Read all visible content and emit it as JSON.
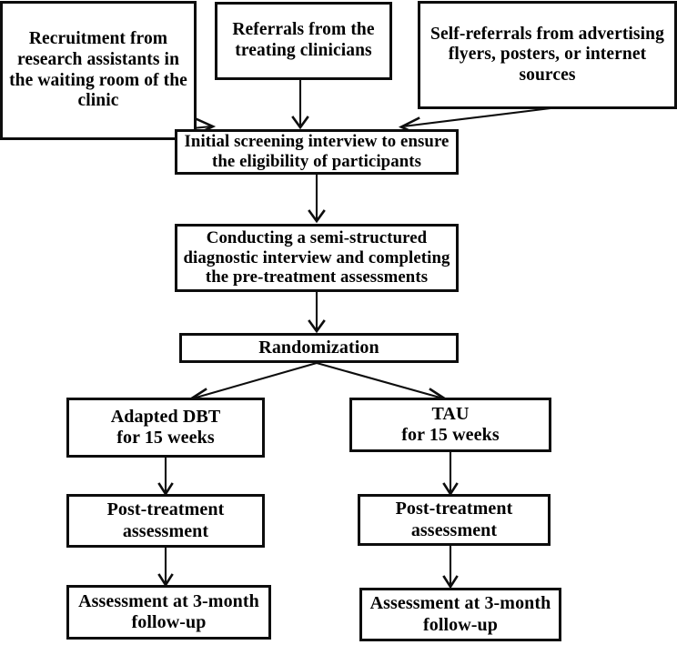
{
  "diagram": {
    "title": "Participant recruitment and randomized trial flow",
    "type": "flowchart",
    "background_color": "#ffffff",
    "stroke_color": "#0d0d0d",
    "text_color": "#000000",
    "nodes": [
      {
        "id": "recruitment",
        "label": "Recruitment from research assistants in the waiting room of the clinic",
        "lines": [
          "Recruitment from",
          "research assistants in",
          "the waiting room of the",
          "clinic"
        ]
      },
      {
        "id": "referrals",
        "label": "Referrals from the treating clinicians",
        "lines": [
          "Referrals from the",
          "treating clinicians"
        ]
      },
      {
        "id": "self-referrals",
        "label": "Self-referrals from advertising flyers, posters, or internet sources",
        "lines": [
          "Self-referrals from advertising",
          "flyers, posters, or internet",
          "sources"
        ]
      },
      {
        "id": "screening",
        "label": "Initial screening interview to ensure the eligibility of participants",
        "lines": [
          "Initial screening interview to ensure",
          "the eligibility of participants"
        ]
      },
      {
        "id": "diagnostic",
        "label": "Conducting a semi-structured diagnostic interview and completing the pre-treatment assessments",
        "lines": [
          "Conducting a semi-structured",
          "diagnostic interview and completing",
          "the pre-treatment assessments"
        ]
      },
      {
        "id": "randomization",
        "label": "Randomization",
        "lines": [
          "Randomization"
        ]
      },
      {
        "id": "dbt-arm",
        "label": "Adapted DBT for 15 weeks",
        "lines": [
          "Adapted DBT",
          "for 15 weeks"
        ]
      },
      {
        "id": "tau-arm",
        "label": "TAU for 15 weeks",
        "lines": [
          "TAU",
          "for 15 weeks"
        ]
      },
      {
        "id": "dbt-post",
        "label": "Post-treatment assessment",
        "lines": [
          "Post-treatment",
          "assessment"
        ]
      },
      {
        "id": "tau-post",
        "label": "Post-treatment assessment",
        "lines": [
          "Post-treatment",
          "assessment"
        ]
      },
      {
        "id": "dbt-followup",
        "label": "Assessment at 3-month follow-up",
        "lines": [
          "Assessment at 3-month",
          "follow-up"
        ]
      },
      {
        "id": "tau-followup",
        "label": "Assessment at 3-month follow-up",
        "lines": [
          "Assessment at 3-month",
          "follow-up"
        ]
      }
    ],
    "edges": [
      {
        "from": "recruitment",
        "to": "screening",
        "style": "diagonal-arrow"
      },
      {
        "from": "referrals",
        "to": "screening",
        "style": "vertical-arrow"
      },
      {
        "from": "self-referrals",
        "to": "screening",
        "style": "diagonal-arrow"
      },
      {
        "from": "screening",
        "to": "diagnostic",
        "style": "vertical-arrow"
      },
      {
        "from": "diagnostic",
        "to": "randomization",
        "style": "vertical-arrow"
      },
      {
        "from": "randomization",
        "to": "dbt-arm",
        "style": "diagonal-arrow"
      },
      {
        "from": "randomization",
        "to": "tau-arm",
        "style": "diagonal-arrow"
      },
      {
        "from": "dbt-arm",
        "to": "dbt-post",
        "style": "vertical-arrow"
      },
      {
        "from": "tau-arm",
        "to": "tau-post",
        "style": "vertical-arrow"
      },
      {
        "from": "dbt-post",
        "to": "dbt-followup",
        "style": "vertical-arrow"
      },
      {
        "from": "tau-post",
        "to": "tau-followup",
        "style": "vertical-arrow"
      }
    ]
  }
}
